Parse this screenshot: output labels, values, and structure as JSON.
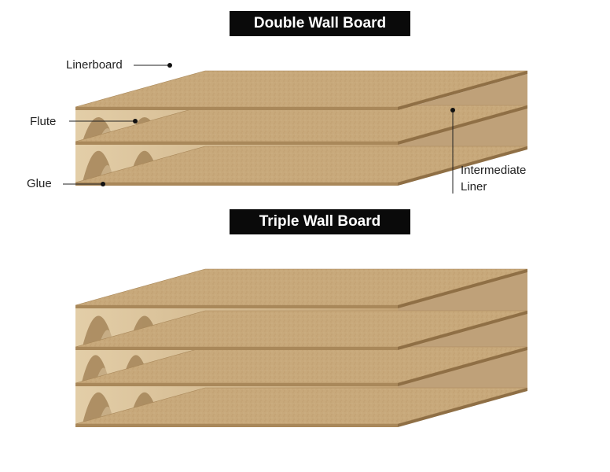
{
  "colors": {
    "title_bg": "#0a0a0a",
    "title_text": "#ffffff",
    "board_top": "#c9aa7c",
    "board_edge": "#a9885a",
    "flute_light": "#ddc7a0",
    "flute_dark": "#9c7b4f",
    "leader_line": "#222222"
  },
  "double_wall": {
    "title": "Double Wall Board",
    "labels": {
      "linerboard": "Linerboard",
      "flute": "Flute",
      "glue": "Glue",
      "intermediate_line1": "Intermediate",
      "intermediate_line2": "Liner"
    }
  },
  "triple_wall": {
    "title": "Triple Wall Board"
  }
}
